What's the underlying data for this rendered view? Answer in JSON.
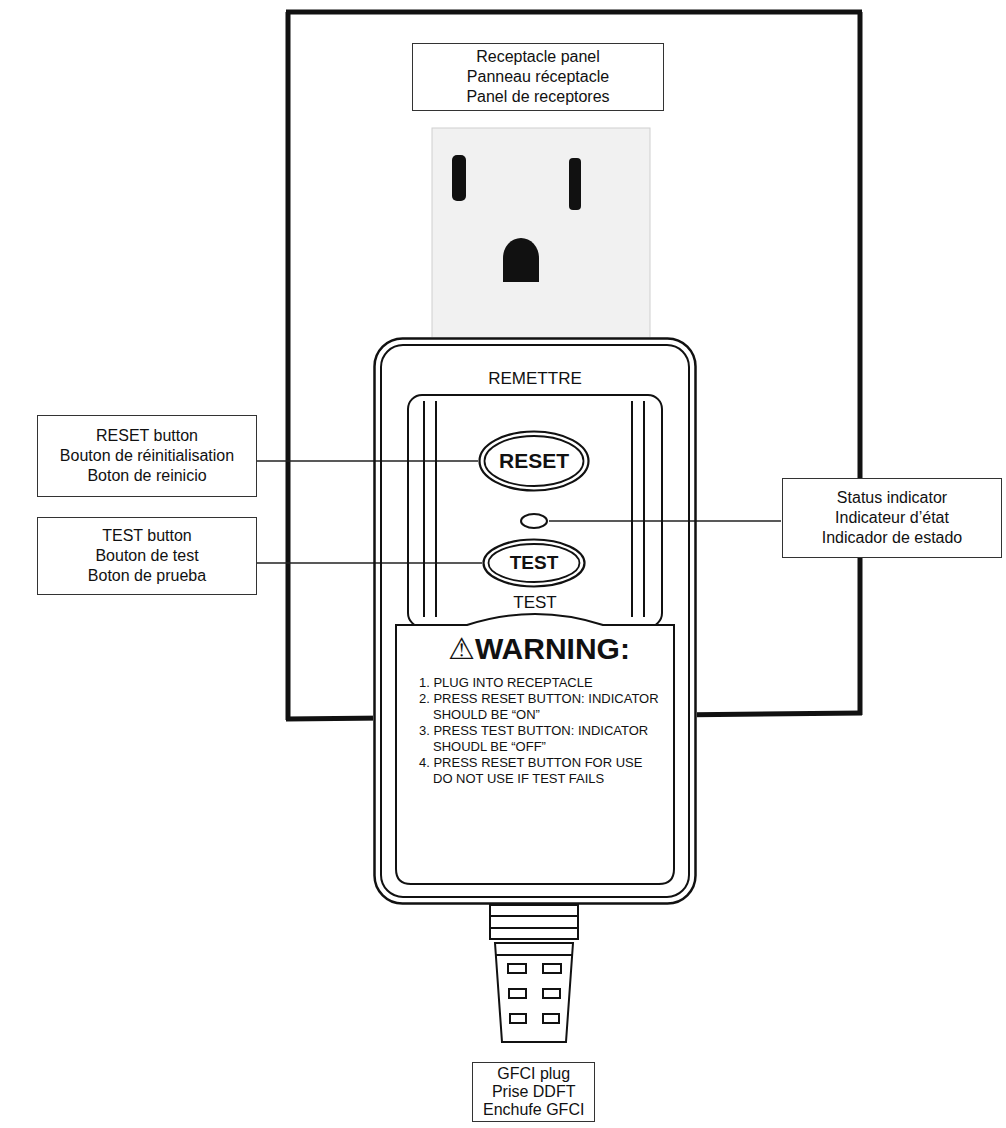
{
  "diagram": {
    "nodes": [
      {
        "text": [
          "Receptacle panel",
          "Panneau réceptacle",
          "Panel de receptores"
        ]
      },
      {
        "text": [
          "REMETTRE",
          "TEST"
        ]
      },
      {
        "text": [
          "RESET button",
          "Bouton de réinitialisation",
          "Boton de reinicio"
        ]
      },
      {
        "text": [
          "RESET"
        ],
        "in": 1
      },
      {
        "text": [
          "Status indicator",
          "Indicateur d’état",
          "Indicador de estado"
        ]
      },
      {
        "text": [
          "TEST button",
          "Bouton de test",
          "Boton de prueba"
        ]
      },
      {
        "text": [
          "TEST"
        ],
        "in": 1
      },
      {
        "text": [
          "⚠WARNING:",
          "1. PLUG INTO RECEPTACLE",
          "2. PRESS RESET BUTTON: INDICATOR SHOULD BE “ON”",
          "3. PRESS TEST BUTTON: INDICATOR SHOUDL BE “OFF”",
          "4. PRESS RESET BUTTON FOR USE",
          "DO NOT USE IF TEST FAILS"
        ],
        "in": 1
      },
      {
        "text": [
          "GFCI plug",
          "Prise DDFT",
          "Enchufe GFCI"
        ]
      }
    ],
    "edges": [
      {
        "from": 2,
        "to": 3,
        "arrow": "none"
      },
      {
        "from": 5,
        "to": 6,
        "arrow": "none"
      }
    ]
  }
}
